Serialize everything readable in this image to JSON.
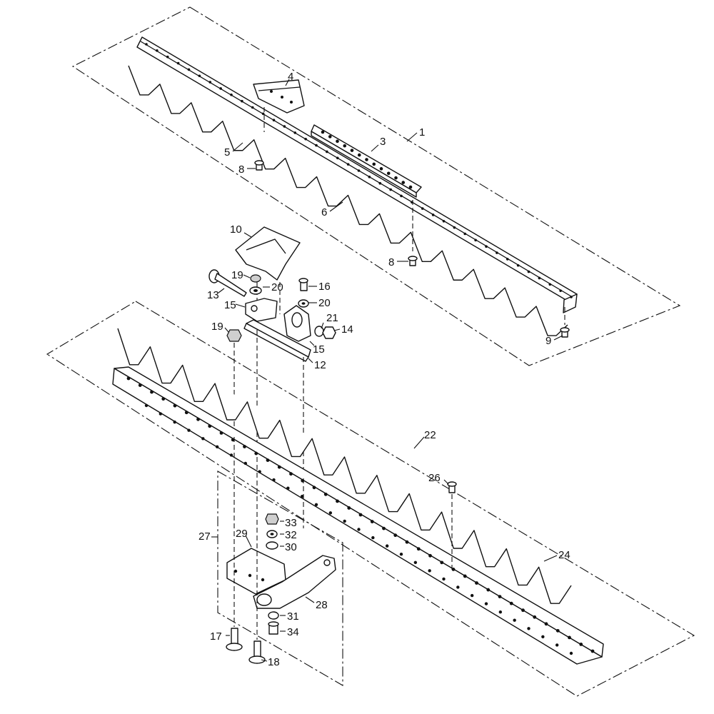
{
  "labels": {
    "l1": "1",
    "l3": "3",
    "l4": "4",
    "l5": "5",
    "l6": "6",
    "l8a": "8",
    "l8b": "8",
    "l9": "9",
    "l10": "10",
    "l12": "12",
    "l13": "13",
    "l14": "14",
    "l15a": "15",
    "l15b": "15",
    "l16": "16",
    "l17": "17",
    "l18": "18",
    "l19a": "19",
    "l19b": "19",
    "l20a": "20",
    "l20b": "20",
    "l21": "21",
    "l22": "22",
    "l24": "24",
    "l26": "26",
    "l27": "27",
    "l28": "28",
    "l29": "29",
    "l30": "30",
    "l31": "31",
    "l32": "32",
    "l33": "33",
    "l34": "34"
  },
  "colors": {
    "ink": "#111111",
    "paper": "#ffffff",
    "shade": "#cfcfcf"
  }
}
